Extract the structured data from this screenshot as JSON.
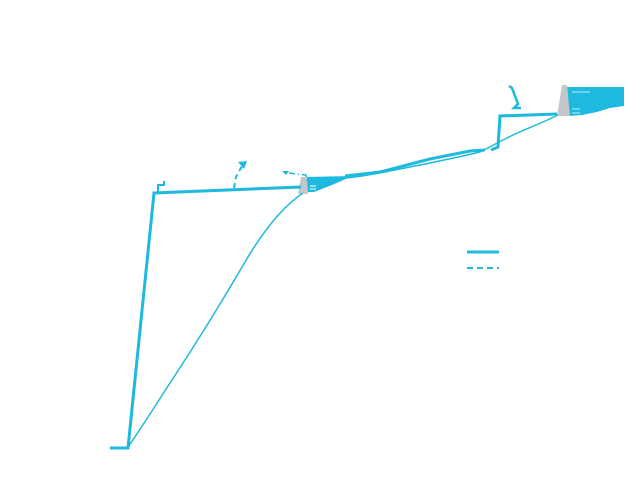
{
  "diagram": {
    "background": "#ffffff",
    "colors": {
      "pipe": "#1eb9de",
      "reservoir_fill": "#1eb9de",
      "dam": "#c3c7c9"
    },
    "elements": [
      "main-tunnel-line",
      "secondary-tunnel-line",
      "reservoir-shape",
      "dam-icon",
      "branch-dashed-line",
      "legend-solid-line",
      "legend-dashed-line"
    ],
    "legend": {
      "entries": [
        {
          "style": "solid",
          "label": ""
        },
        {
          "style": "dashed",
          "label": ""
        }
      ]
    }
  }
}
